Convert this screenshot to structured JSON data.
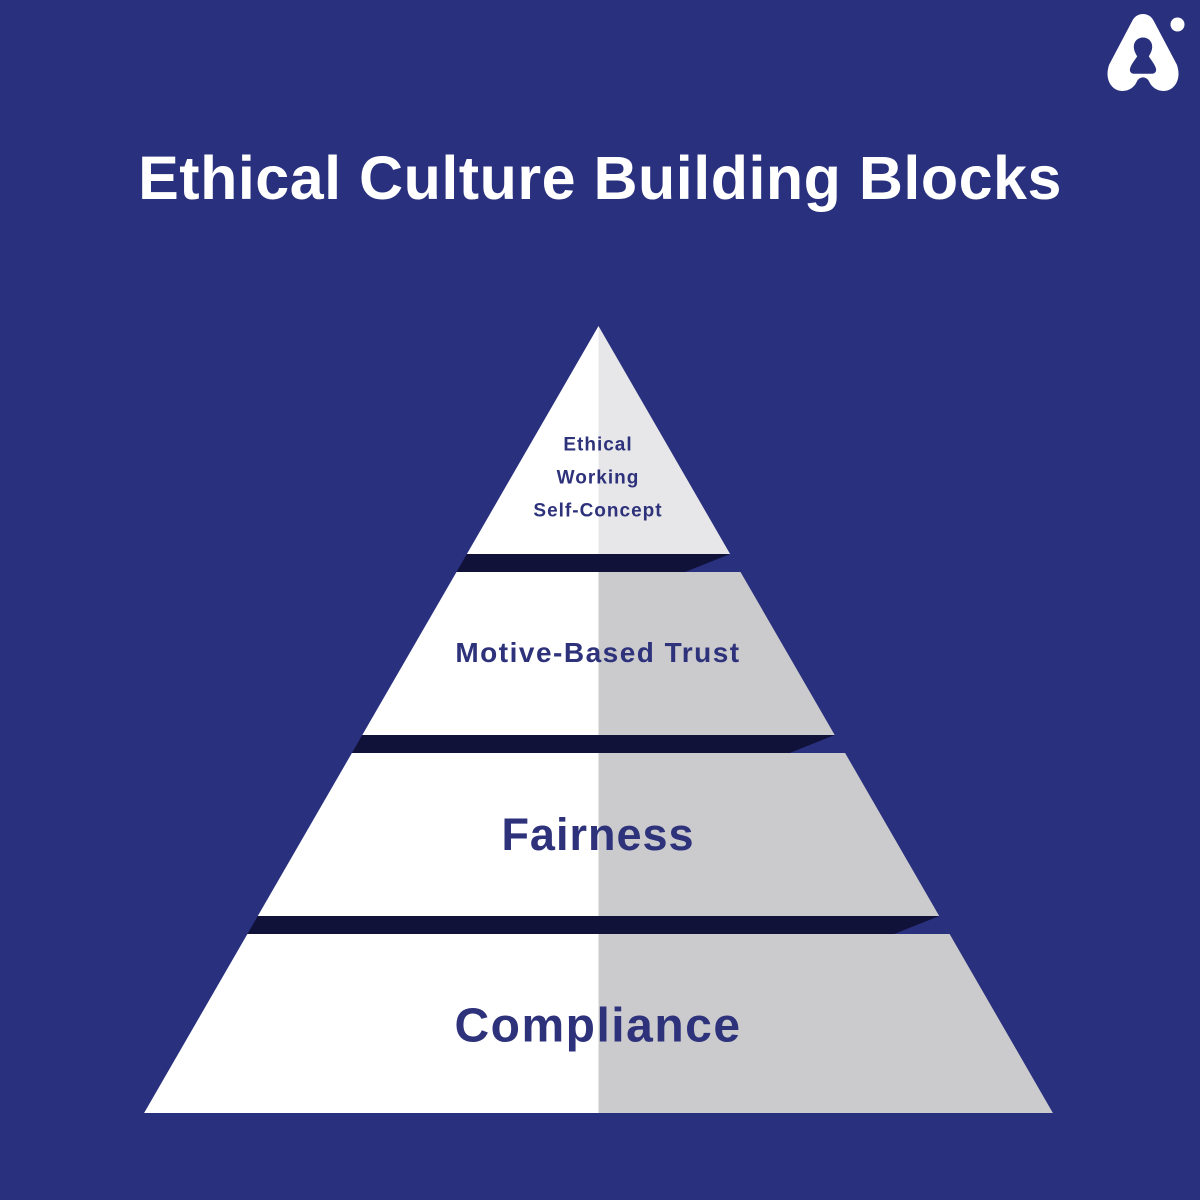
{
  "page": {
    "title": "Ethical Culture Building Blocks"
  },
  "icons": {
    "brand_logo": "rounded-arch-A-with-dot"
  },
  "pyramid": {
    "levels": [
      {
        "label": "Ethical\nWorking\nSelf-Concept"
      },
      {
        "label": "Motive-Based Trust"
      },
      {
        "label": "Fairness"
      },
      {
        "label": "Compliance"
      }
    ]
  },
  "colors": {
    "background": "#29307e",
    "title_text": "#ffffff",
    "label_text": "#2d327b",
    "face_light": "#ffffff",
    "face_shade_top": "#e7e7e9",
    "face_shade": "#cbcbcd",
    "shadow_strip": "#101239",
    "logo": "#ffffff"
  }
}
